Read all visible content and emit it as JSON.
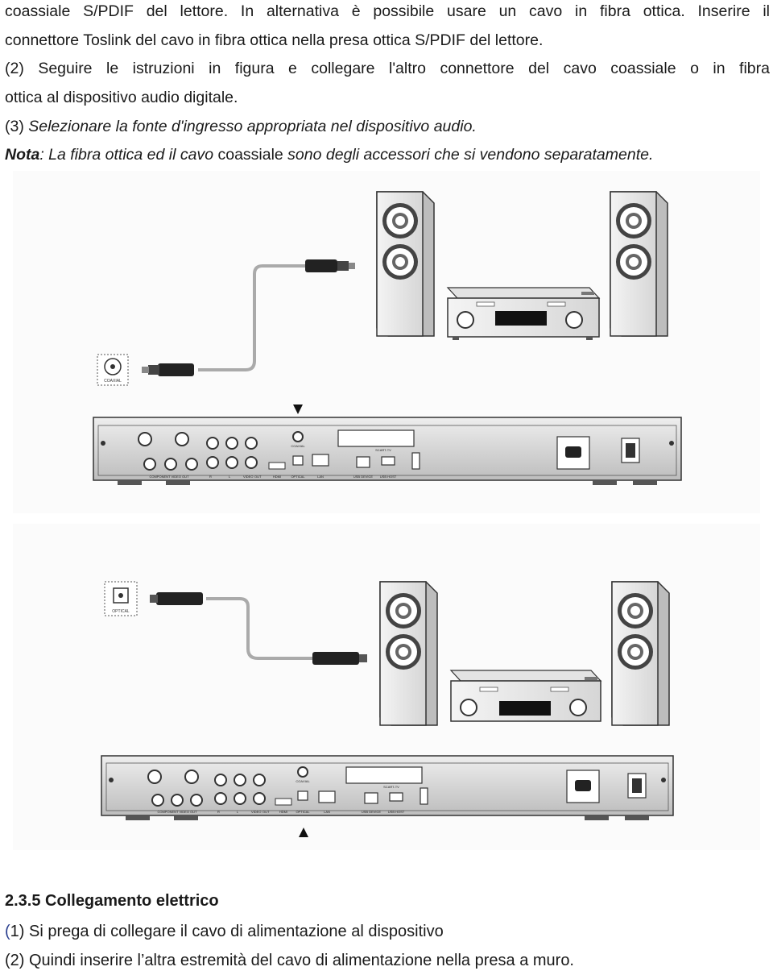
{
  "text": {
    "line1": "coassiale S/PDIF del lettore. In alternativa è possibile usare un cavo in fibra ottica. Inserire il",
    "line2": "connettore Toslink del cavo in fibra ottica nella presa ottica S/PDIF del lettore.",
    "line3": "(2) Seguire le istruzioni in figura e collegare l'altro connettore del cavo coassiale o in fibra",
    "line4": "ottica al dispositivo audio digitale.",
    "step3_num": "(3) ",
    "step3_text": "Selezionare la fonte d'ingresso appropriata nel dispositivo audio.",
    "note_label": "Nota",
    "note_part1": ": La fibra ottica ed il cavo ",
    "note_part2": "coassiale",
    "note_part3": " sono degli accessori che si vendono separatamente."
  },
  "figures": {
    "coaxial_jack_label": "COAXIAL",
    "optical_jack_label": "OPTICAL",
    "panel_labels": {
      "component": "COMPONENT VIDEO OUT",
      "coaxial": "COAXIAL",
      "optical": "OPTICAL",
      "lan": "LAN",
      "usb_device": "USB DEVICE",
      "usb_host": "USB HOST",
      "scart": "SCART-TV",
      "hdmi": "HDMI",
      "r": "R",
      "l": "L",
      "video": "VIDEO",
      "out": "OUT"
    }
  },
  "section": {
    "title": "2.3.5 Collegamento elettrico",
    "step1_open": "(",
    "step1_rest": "1) Si prega di collegare il cavo di alimentazione al dispositivo",
    "step2": "(2) Quindi inserire l’altra estremità del cavo di alimentazione nella presa a muro."
  }
}
